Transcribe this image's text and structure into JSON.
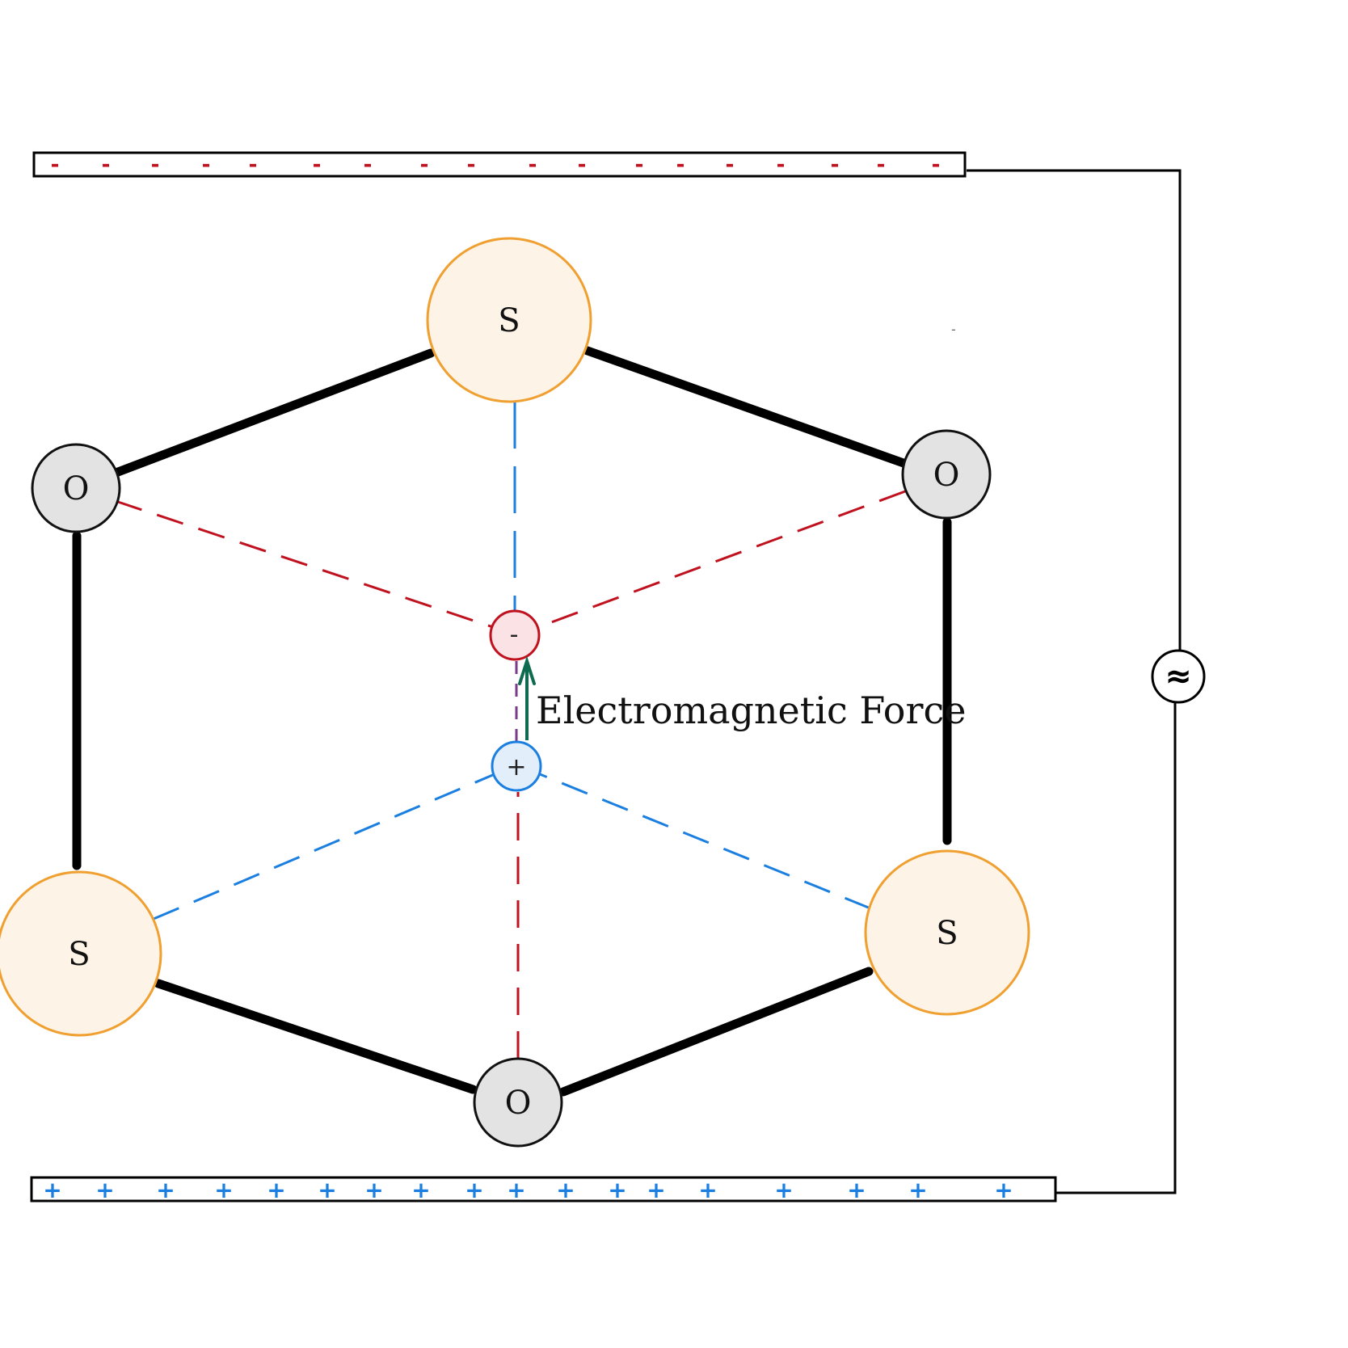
{
  "atoms": [
    {
      "id": "s-top",
      "element": "S",
      "label": "S",
      "color": "#f0a030",
      "fill": "#fdf3e7"
    },
    {
      "id": "o-right-top",
      "element": "O",
      "label": "O",
      "color": "#111111",
      "fill": "#e3e3e3"
    },
    {
      "id": "s-right-bottom",
      "element": "S",
      "label": "S",
      "color": "#f0a030",
      "fill": "#fdf3e7"
    },
    {
      "id": "o-bottom",
      "element": "O",
      "label": "O",
      "color": "#111111",
      "fill": "#e3e3e3"
    },
    {
      "id": "s-left-bottom",
      "element": "S",
      "label": "S",
      "color": "#f0a030",
      "fill": "#fdf3e7"
    },
    {
      "id": "o-left-top",
      "element": "O",
      "label": "O",
      "color": "#111111",
      "fill": "#e3e3e3"
    }
  ],
  "charges": {
    "negative": {
      "label": "-",
      "stroke": "#c0111f",
      "fill": "#fbe3e5"
    },
    "positive": {
      "label": "+",
      "stroke": "#1a7fe0",
      "fill": "#e3eefb"
    }
  },
  "force": {
    "label": "Electromagnetic Force",
    "color": "#0f6b4f"
  },
  "plates": {
    "top": {
      "charge": "-",
      "mark_color": "#c0111f"
    },
    "bottom": {
      "charge": "+",
      "mark_color": "#1a7fe0"
    }
  },
  "source": {
    "symbol": "≈",
    "type": "AC source"
  },
  "colors": {
    "bond": "#000000",
    "negative_field": "#c0111f",
    "positive_field": "#1a7fe0",
    "purple_link": "#7b3b8a",
    "circuit": "#000000"
  },
  "stray_mark": "-"
}
